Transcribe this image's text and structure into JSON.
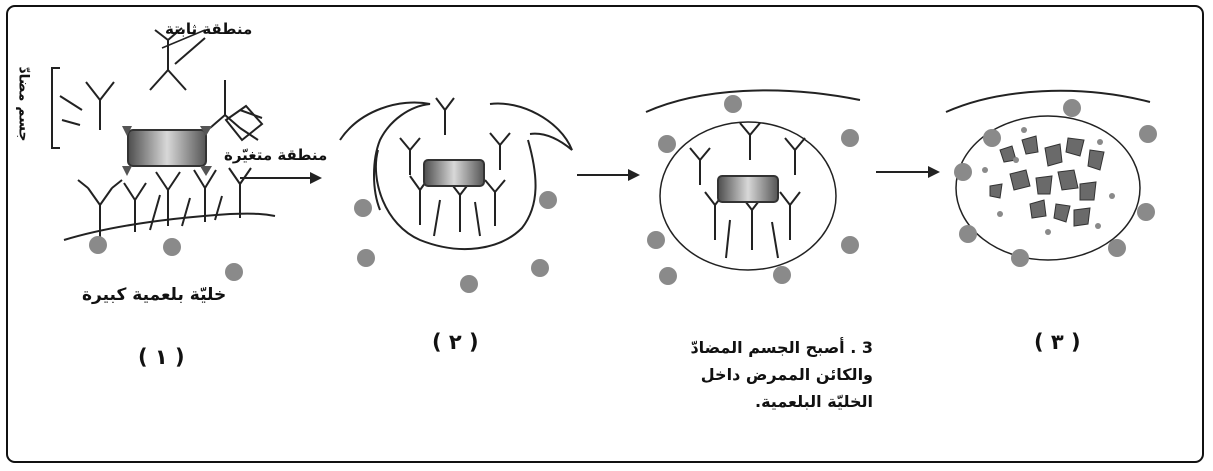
{
  "labels": {
    "constant_region": "منطقة ثابتة",
    "antibody": "جسم مضادّ",
    "variable_region": "منطقة متغيّرة",
    "macrophage": "خليّة بلعمية كبيرة"
  },
  "panel_numbers": {
    "panel1": "( ١ )",
    "panel2": "( ٢ )",
    "panel3": "( ٣ )"
  },
  "caption": {
    "line1": "3 . أصبح الجسم المضادّ",
    "line2": "والكائن الممرض داخل",
    "line3": "الخليّة البلعمية."
  },
  "colors": {
    "line": "#222222",
    "dot": "#8a8a8a",
    "pathogen_dark": "#5a5a5a",
    "pathogen_light": "#cfcfcf"
  }
}
